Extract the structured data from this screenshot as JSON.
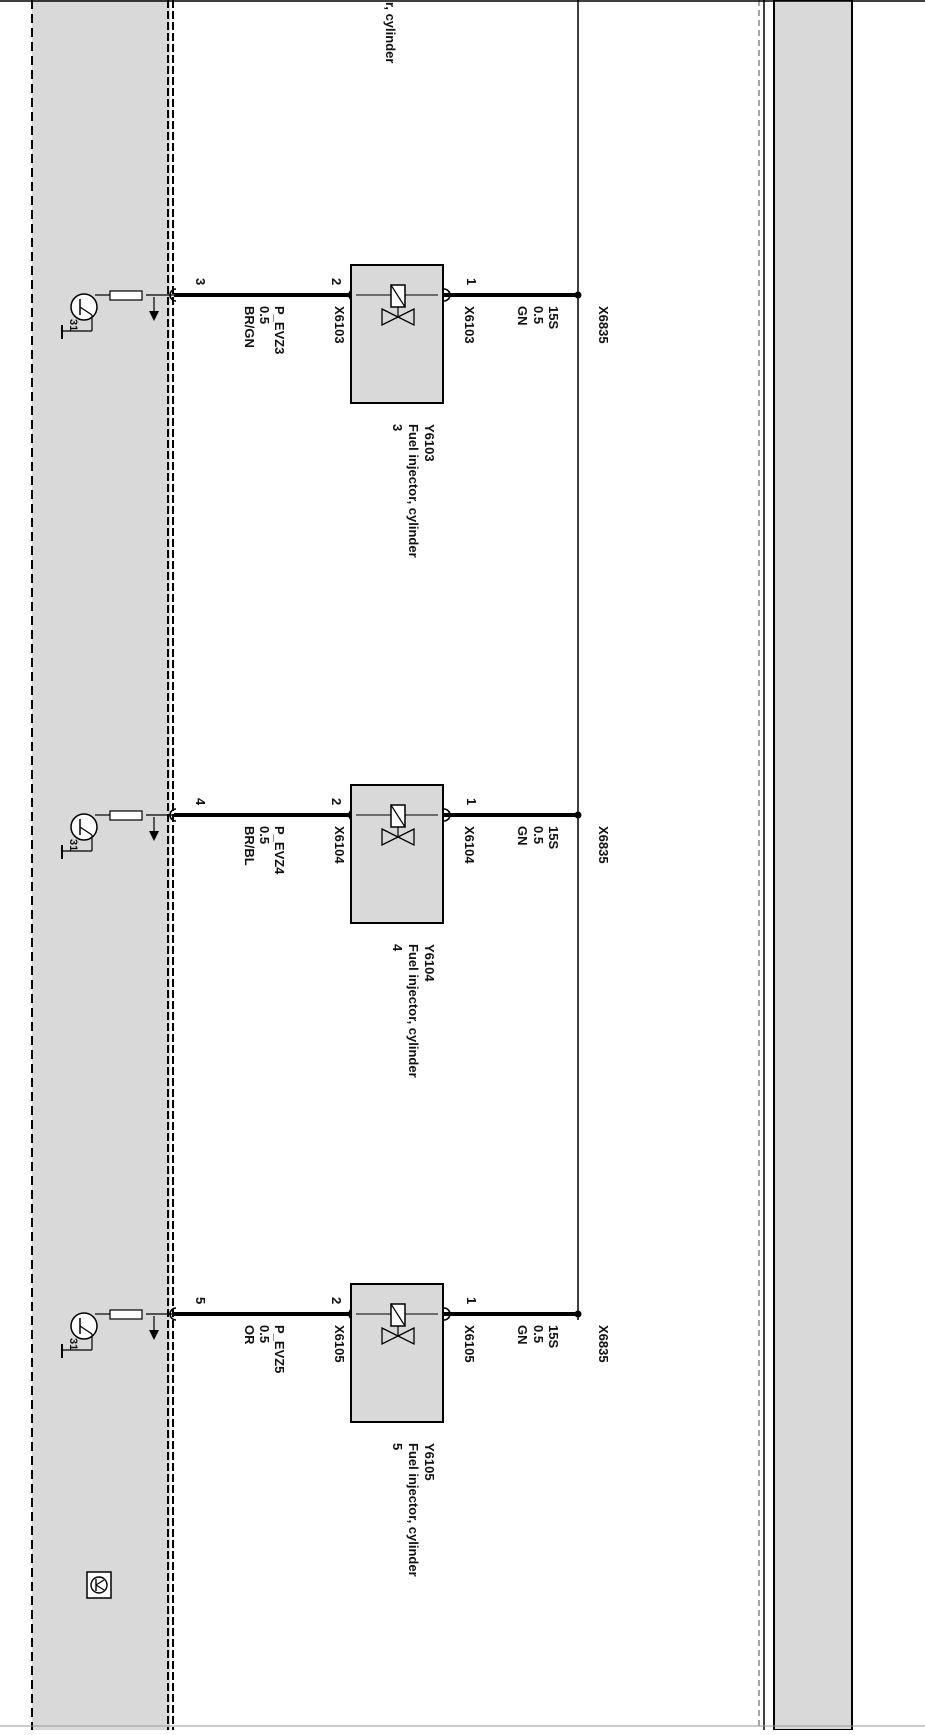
{
  "top_fragment": "r, cylinder",
  "bus_connector": "X6835",
  "bus_voltage": "15S",
  "ground_label": "31",
  "injectors": [
    {
      "id": "Y6103",
      "name_line1": "Fuel injector, cylinder",
      "name_line2": "3",
      "pin1": "1",
      "pin2": "2",
      "pin1_conn": "X6103",
      "pin2_conn": "X6103",
      "pin1_wire_size": "0.5",
      "pin1_wire_color": "GN",
      "signal": "P_EVZ3",
      "signal_size": "0.5",
      "signal_color": "BR/GN",
      "ecu_pin": "3"
    },
    {
      "id": "Y6104",
      "name_line1": "Fuel injector, cylinder",
      "name_line2": "4",
      "pin1": "1",
      "pin2": "2",
      "pin1_conn": "X6104",
      "pin2_conn": "X6104",
      "pin1_wire_size": "0.5",
      "pin1_wire_color": "GN",
      "signal": "P_EVZ4",
      "signal_size": "0.5",
      "signal_color": "BR/BL",
      "ecu_pin": "4"
    },
    {
      "id": "Y6105",
      "name_line1": "Fuel injector, cylinder",
      "name_line2": "5",
      "pin1": "1",
      "pin2": "2",
      "pin1_conn": "X6105",
      "pin2_conn": "X6105",
      "pin1_wire_size": "0.5",
      "pin1_wire_color": "GN",
      "signal": "P_EVZ5",
      "signal_size": "0.5",
      "signal_color": "OR",
      "ecu_pin": "5"
    }
  ],
  "colors": {
    "module_fill": "#d9d9d9",
    "line": "#000000",
    "background": "#ffffff"
  },
  "icons": [
    "ecu-transistor-symbol-icon",
    "solenoid-valve-icon",
    "ground-icon"
  ]
}
